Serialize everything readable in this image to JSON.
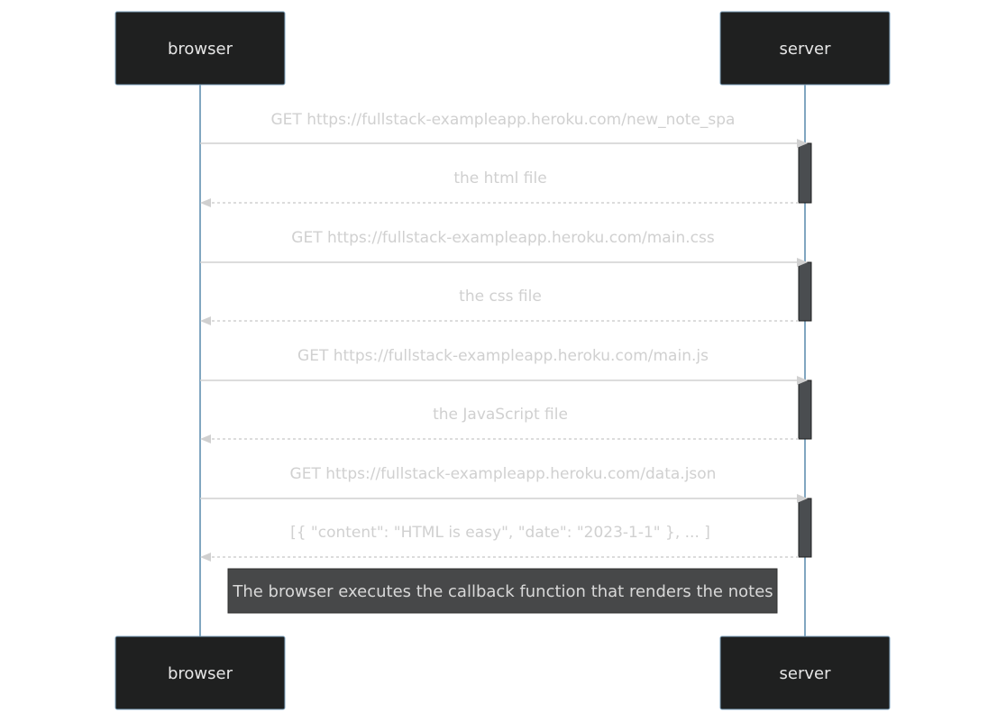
{
  "diagram_type": "sequence",
  "participants": [
    {
      "id": "browser",
      "label": "browser"
    },
    {
      "id": "server",
      "label": "server"
    }
  ],
  "messages": [
    {
      "from": "browser",
      "to": "server",
      "style": "solid",
      "text": "GET https://fullstack-exampleapp.heroku.com/new_note_spa"
    },
    {
      "from": "server",
      "to": "browser",
      "style": "dotted",
      "text": "the html file"
    },
    {
      "from": "browser",
      "to": "server",
      "style": "solid",
      "text": "GET https://fullstack-exampleapp.heroku.com/main.css"
    },
    {
      "from": "server",
      "to": "browser",
      "style": "dotted",
      "text": "the css file"
    },
    {
      "from": "browser",
      "to": "server",
      "style": "solid",
      "text": "GET https://fullstack-exampleapp.heroku.com/main.js"
    },
    {
      "from": "server",
      "to": "browser",
      "style": "dotted",
      "text": "the JavaScript file"
    },
    {
      "from": "browser",
      "to": "server",
      "style": "solid",
      "text": "GET https://fullstack-exampleapp.heroku.com/data.json"
    },
    {
      "from": "server",
      "to": "browser",
      "style": "dotted",
      "text": "[{ \"content\": \"HTML is easy\", \"date\": \"2023-1-1\" }, ... ]"
    }
  ],
  "note": {
    "text": "The browser executes the callback function that renders the notes"
  },
  "colors": {
    "actor_fill": "#1f2020",
    "lifeline": "#81a6c0",
    "message_text": "#d0d0d0",
    "activation_fill": "#4a4d50",
    "note_fill": "#474849"
  }
}
